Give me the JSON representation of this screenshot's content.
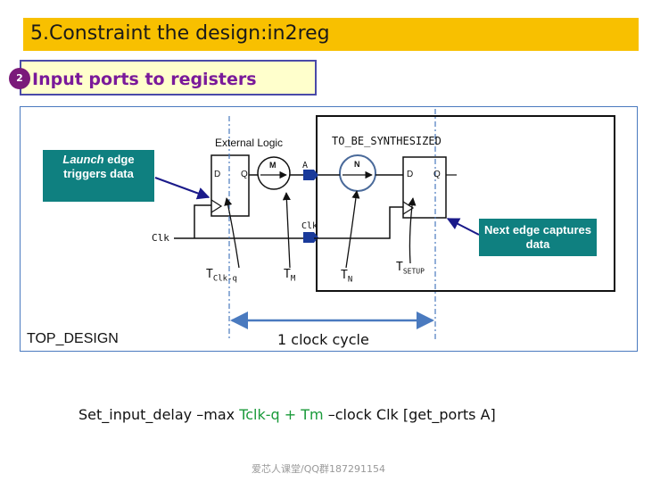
{
  "slide": {
    "title": "5.Constraint the design:in2reg",
    "badge_number": "2",
    "subtitle": "Input ports to registers"
  },
  "diagram": {
    "external_logic_label": "External Logic",
    "synth_block_label": "TO_BE_SYNTHESIZED",
    "top_design_label": "TOP_DESIGN",
    "launch_note_em": "Launch",
    "launch_note_rest": " edge triggers data",
    "next_note": "Next edge captures data",
    "clk_source_label": "Clk",
    "clk_port_label": "Clk",
    "port_a_label": "A",
    "ff1_d": "D",
    "ff1_q": "Q",
    "ff2_d": "D",
    "ff2_q": "Q",
    "logic_m": "M",
    "logic_n": "N",
    "t_clkq_main": "T",
    "t_clkq_sub": "Clk-q",
    "t_m_main": "T",
    "t_m_sub": "M",
    "t_n_main": "T",
    "t_n_sub": "N",
    "t_setup_main": "T",
    "t_setup_sub": "SETUP",
    "clock_cycle_label": "1 clock cycle",
    "colors": {
      "teal": "#0f8080",
      "arrow_navy": "#1a1a8a",
      "port_blue": "#1a3a9a",
      "dim_blue": "#4a7abf"
    }
  },
  "command": {
    "part1": "Set_input_delay –max ",
    "part2_green": "Tclk-q + Tm",
    "part3": " –clock Clk [get_ports A]"
  },
  "footer": {
    "watermark": "爱芯人课堂/QQ群187291154"
  }
}
